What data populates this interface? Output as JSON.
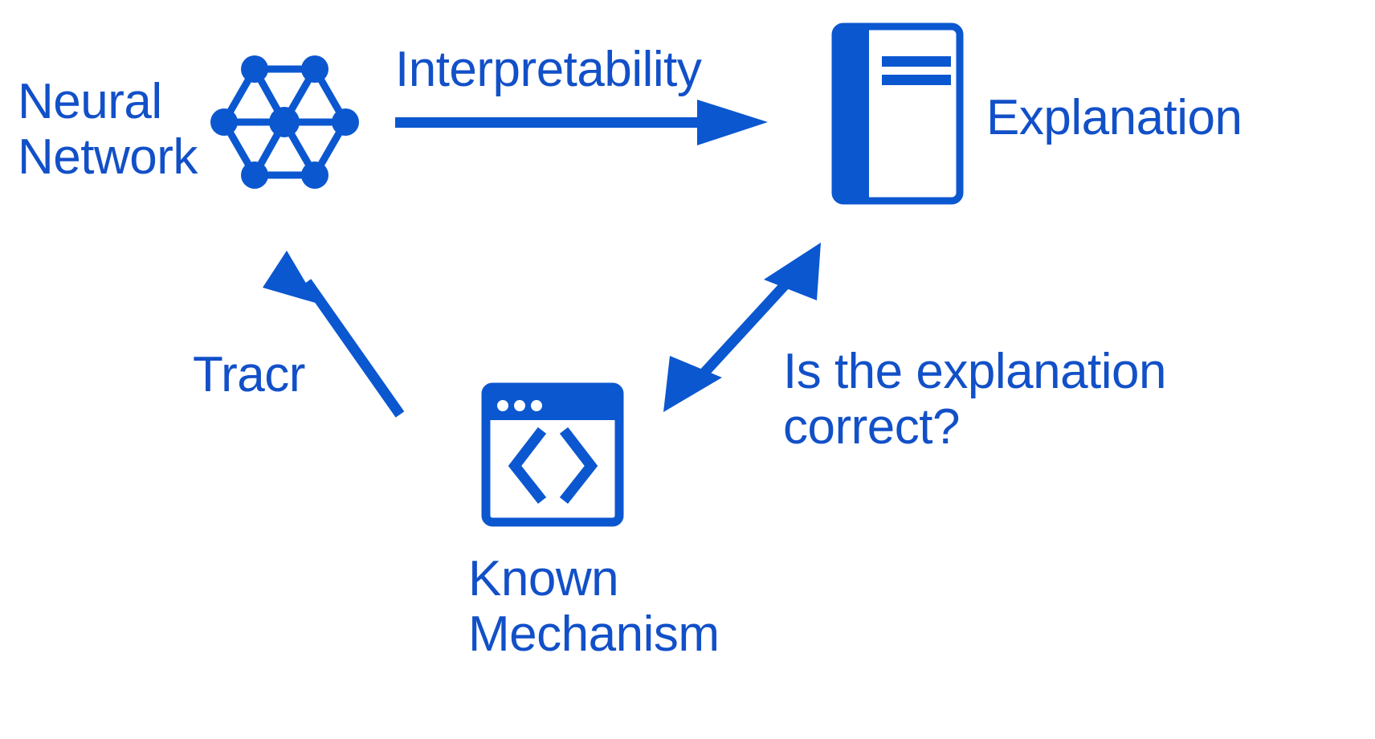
{
  "diagram": {
    "title": "Tracr interpretability validation loop",
    "background_color": "#ffffff",
    "accent_color": "#0b57d0",
    "text_color": "#1250c8"
  },
  "nodes": {
    "neural_network": {
      "label": "Neural\nNetwork",
      "icon": "neural-network-hexagon-graph-icon",
      "node_count": 7
    },
    "explanation": {
      "label": "Explanation",
      "icon": "document-book-icon",
      "text_lines": 2
    },
    "known_mechanism": {
      "label": "Known\nMechanism",
      "icon": "code-window-icon",
      "window_dots": 3,
      "code_glyph": "<>"
    }
  },
  "edges": {
    "interpretability": {
      "label": "Interpretability",
      "from": "neural_network",
      "to": "explanation",
      "style": "single-arrow-right"
    },
    "tracr": {
      "label": "Tracr",
      "from": "known_mechanism",
      "to": "neural_network",
      "style": "single-arrow-diagonal-up-left"
    },
    "verification": {
      "label": "Is the explanation\ncorrect?",
      "from": "known_mechanism",
      "to": "explanation",
      "style": "double-headed-arrow-diagonal"
    }
  },
  "labels": {
    "neural_network_line1": "Neural",
    "neural_network_line2": "Network",
    "interpretability": "Interpretability",
    "explanation": "Explanation",
    "tracr": "Tracr",
    "known_mechanism_line1": "Known",
    "known_mechanism_line2": "Mechanism",
    "question_line1": "Is the explanation",
    "question_line2": "correct?"
  }
}
